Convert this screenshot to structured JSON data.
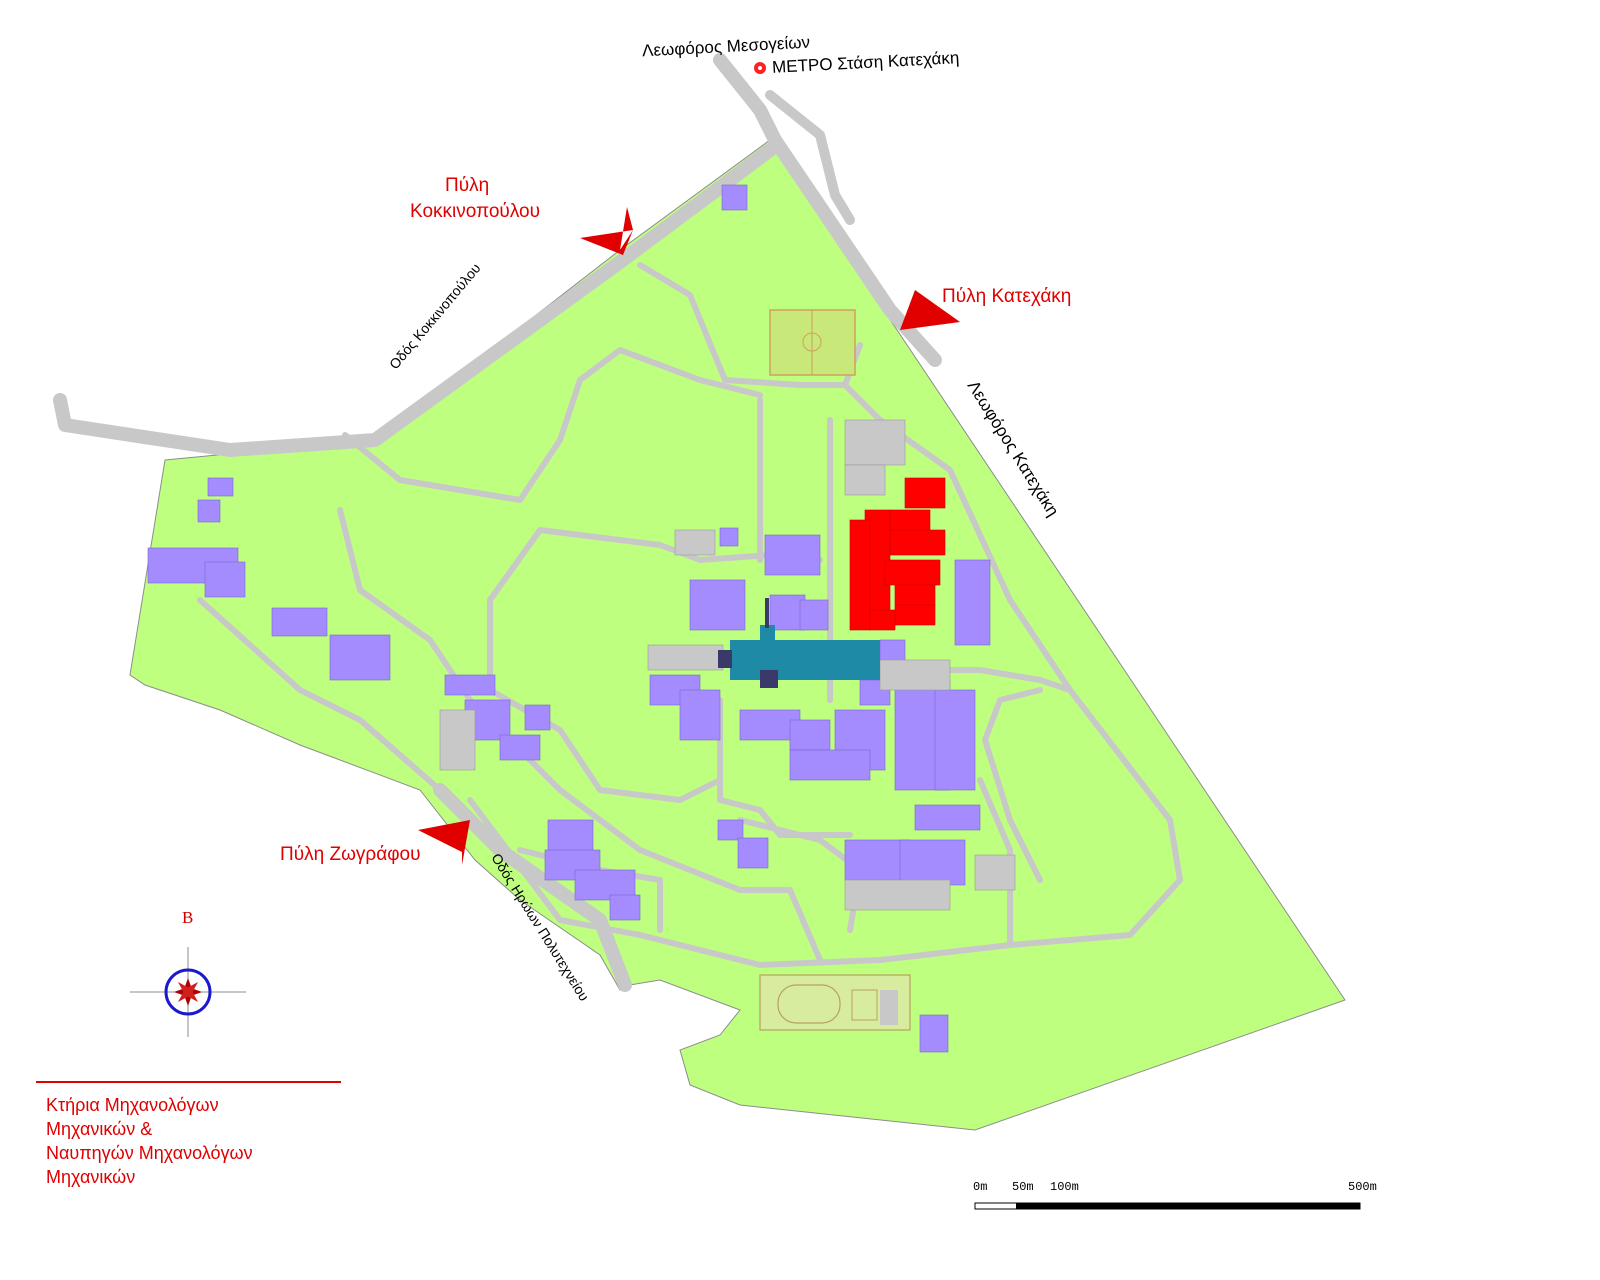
{
  "roads": {
    "mesogeion": "Λεωφόρος Μεσογείων",
    "kokkinopoulou": "Οδός Κοκκινοπούλου",
    "katehaki": "Λεωφόρος Κατεχάκη",
    "iroon": "Οδός Ηρώων Πολυτεχνείου"
  },
  "metro": {
    "label": "ΜΕΤΡΟ",
    "station": "Στάση Κατεχάκη"
  },
  "gates": {
    "kokkinopoulou_line1": "Πύλη",
    "kokkinopoulou_line2": "Κοκκινοπούλου",
    "katehaki": "Πύλη Κατεχάκη",
    "zografou": "Πύλη Ζωγράφου"
  },
  "compass": {
    "north_letter": "Β"
  },
  "legend": {
    "line1": "Κτήρια Μηχανολόγων",
    "line2": "Μηχανικών &",
    "line3": "Ναυπηγών Μηχανολόγων",
    "line4": "Μηχανικών"
  },
  "scale": {
    "t0": "0m",
    "t50": "50m",
    "t100": "100m",
    "t500": "500m"
  },
  "colors": {
    "campus": "#bfff80",
    "road": "#c8c8c8",
    "building": "#a48cff",
    "highlight": "#ff0000",
    "central": "#1e8aa6",
    "gate_arrow": "#e00000"
  }
}
